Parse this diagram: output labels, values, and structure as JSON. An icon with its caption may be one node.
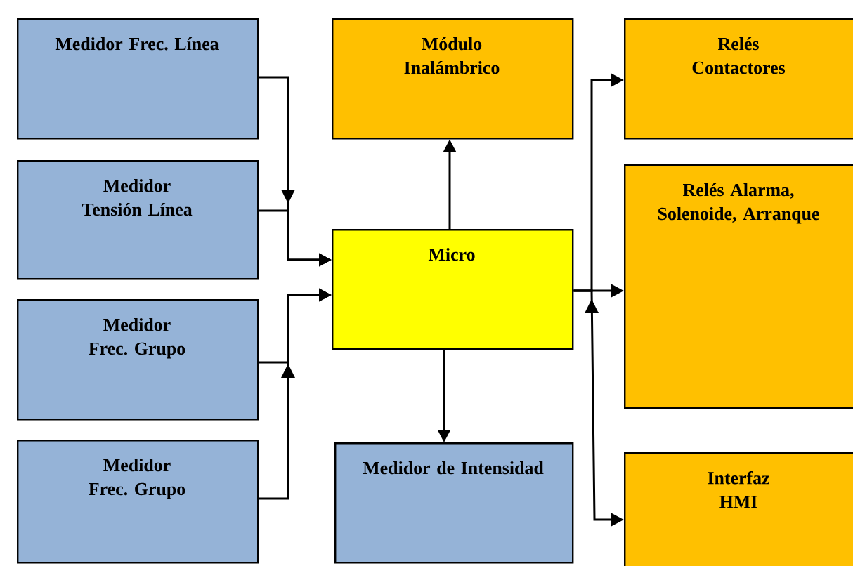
{
  "diagram": {
    "nodes": [
      {
        "text": [
          "Medidor Frec. Línea"
        ]
      },
      {
        "text": [
          "Medidor Tensión Línea"
        ]
      },
      {
        "text": [
          "Medidor Frec. Grupo"
        ]
      },
      {
        "text": [
          "Medidor Frec. Grupo"
        ]
      },
      {
        "text": [
          "Módulo Inalámbrico"
        ]
      },
      {
        "text": [
          "Micro"
        ]
      },
      {
        "text": [
          "Medidor de Intensidad"
        ]
      },
      {
        "text": [
          "Relés Contactores"
        ]
      },
      {
        "text": [
          "Relés Alarma, Solenoide, Arranque"
        ]
      },
      {
        "text": [
          "Interfaz HMI"
        ]
      }
    ],
    "edges": [
      {
        "from": 0,
        "to": 5,
        "arrow": "to"
      },
      {
        "from": 1,
        "to": 5,
        "arrow": "to"
      },
      {
        "from": 2,
        "to": 5,
        "arrow": "to"
      },
      {
        "from": 3,
        "to": 5,
        "arrow": "to"
      },
      {
        "from": 5,
        "to": 4,
        "arrow": "to"
      },
      {
        "from": 5,
        "to": 6,
        "arrow": "to"
      },
      {
        "from": 5,
        "to": 7,
        "arrow": "to"
      },
      {
        "from": 5,
        "to": 8,
        "arrow": "to"
      },
      {
        "from": 5,
        "to": 9,
        "arrow": "to"
      }
    ]
  }
}
